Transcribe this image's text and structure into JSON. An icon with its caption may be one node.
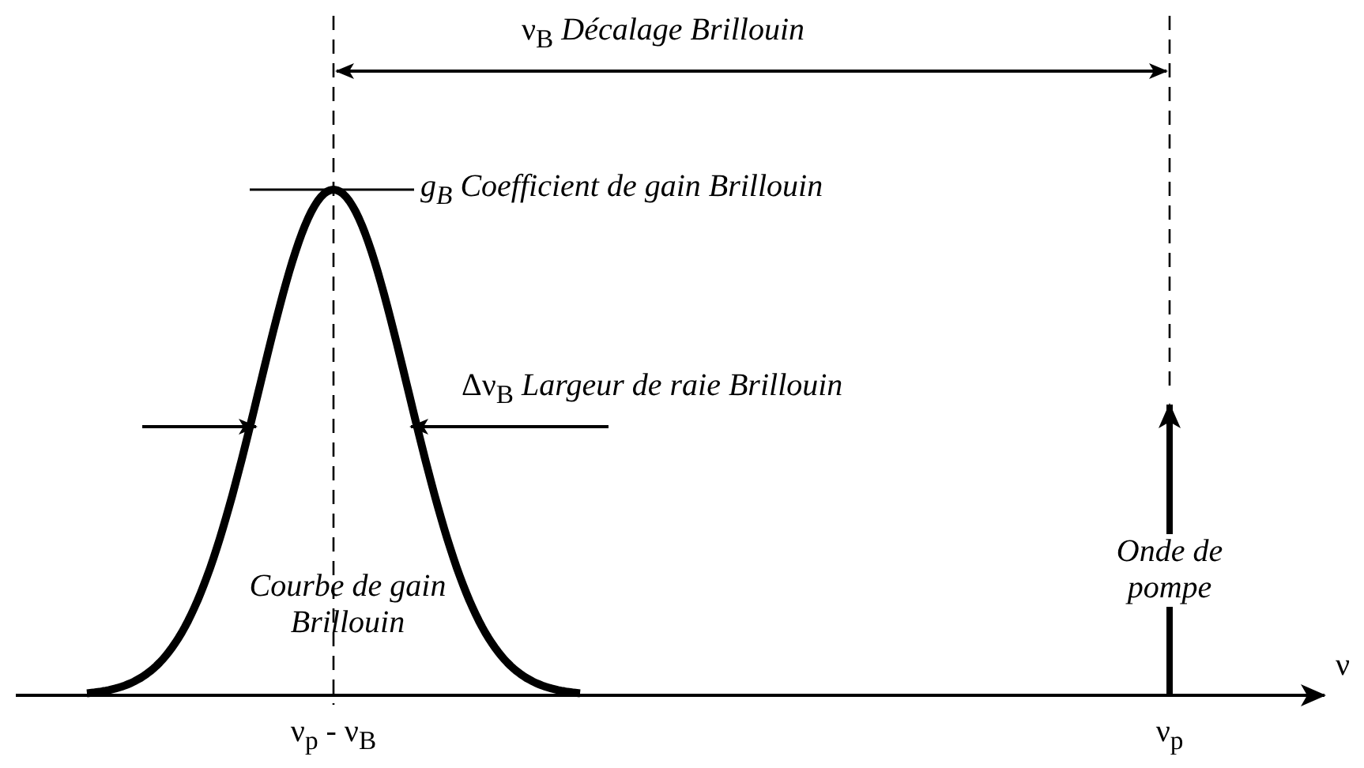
{
  "diagram": {
    "labels": [
      "ν$_{B}$ *Décalage Brillouin*",
      "g$_{B}$ Coefficient de gain Brillouin",
      "Δν$_{B}$ *Largeur de raie Brillouin*",
      "Courbe de gain Brillouin",
      "Onde de pompe",
      "ν",
      "ν$_{p}$ - ν$_{B}$",
      "ν$_{p}$"
    ]
  }
}
